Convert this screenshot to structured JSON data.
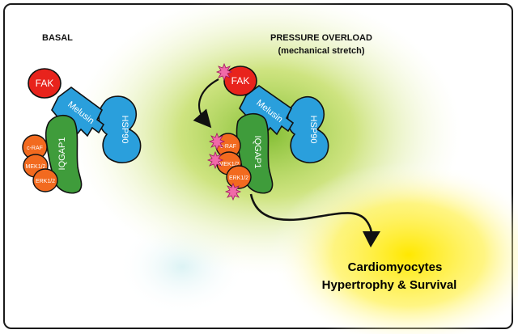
{
  "panels": {
    "basal": {
      "title": "BASAL"
    },
    "overload": {
      "title": "PRESSURE OVERLOAD",
      "subtitle": "(mechanical stretch)"
    }
  },
  "proteins": {
    "fak": "FAK",
    "melusin": "Melusin",
    "hsp90": "HSP90",
    "iqgap1": "IQGAP1",
    "craf": "c-RAF",
    "mek": "MEK1/2",
    "erk": "ERK1/2"
  },
  "outcome": {
    "line1": "Cardiomyocytes",
    "line2": "Hypertrophy & Survival"
  },
  "colors": {
    "fak": "#e8231c",
    "melusin": "#2a9fdc",
    "hsp90": "#2a9fdc",
    "iqgap1": "#3f9c3b",
    "kinases": "#f26a1f",
    "phospho": "#f06aa8"
  }
}
